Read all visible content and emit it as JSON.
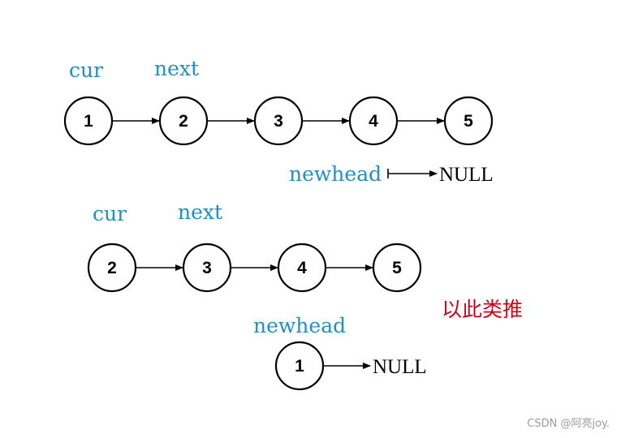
{
  "colors": {
    "label": "#1e90c8",
    "note": "#d0021b",
    "stroke": "#000000"
  },
  "row1": {
    "cur_label": "cur",
    "next_label": "next",
    "nodes": [
      "1",
      "2",
      "3",
      "4",
      "5"
    ],
    "newhead_label": "newhead",
    "null_label": "NULL"
  },
  "row2": {
    "cur_label": "cur",
    "next_label": "next",
    "nodes": [
      "2",
      "3",
      "4",
      "5"
    ],
    "newhead_label": "newhead",
    "newhead_node": "1",
    "null_label": "NULL"
  },
  "note": "以此类推",
  "watermark": "CSDN @阿亮joy."
}
